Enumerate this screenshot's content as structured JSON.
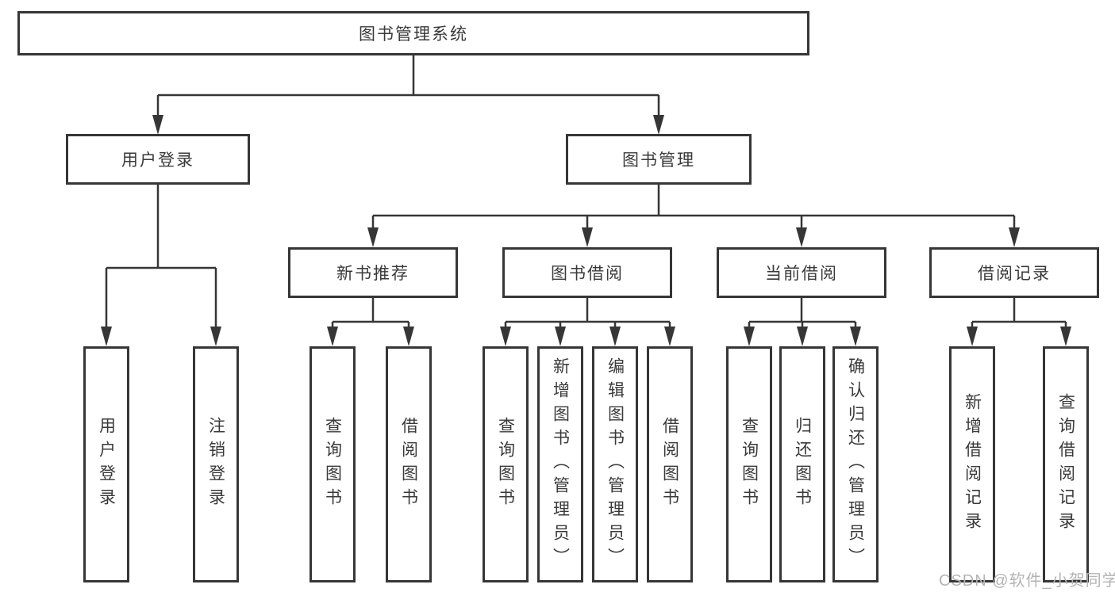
{
  "tree": {
    "root": "图书管理系统",
    "children": [
      {
        "label": "用户登录",
        "children": [
          "用户登录",
          "注销登录"
        ]
      },
      {
        "label": "图书管理",
        "children": [
          {
            "label": "新书推荐",
            "children": [
              "查询图书",
              "借阅图书"
            ]
          },
          {
            "label": "图书借阅",
            "children": [
              "查询图书",
              "新增图书（管理员）",
              "编辑图书（管理员）",
              "借阅图书"
            ]
          },
          {
            "label": "当前借阅",
            "children": [
              "查询图书",
              "归还图书",
              "确认归还（管理员）"
            ]
          },
          {
            "label": "借阅记录",
            "children": [
              "新增借阅记录",
              "查询借阅记录"
            ]
          }
        ]
      }
    ]
  },
  "watermark": "CSDN @软件_小贺同学",
  "colors": {
    "line": "#363636",
    "text": "#3a3a3a",
    "watermark": "#b4b4b4",
    "background": "#ffffff"
  }
}
